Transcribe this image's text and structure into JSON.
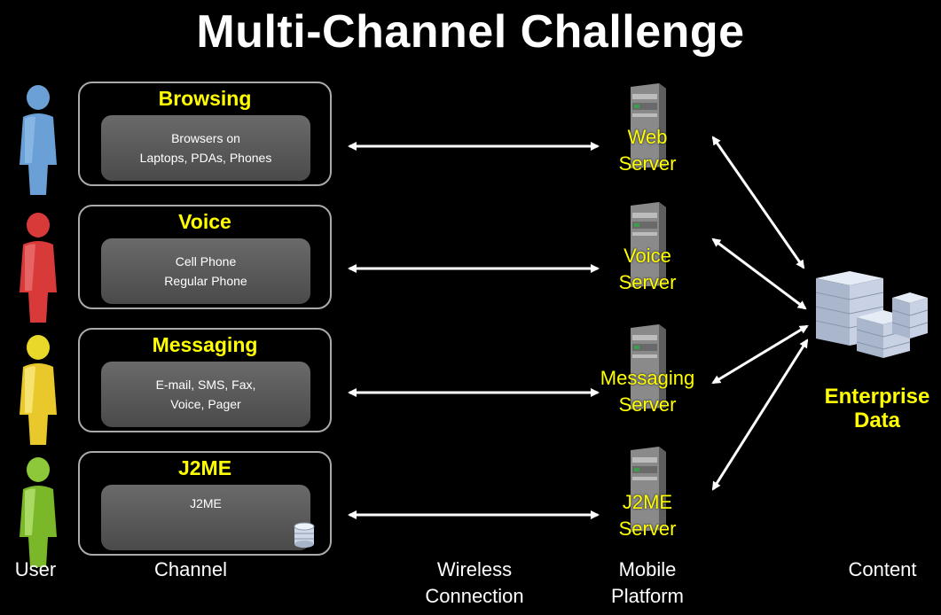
{
  "title": "Multi-Channel Challenge",
  "channels": [
    {
      "name": "Browsing",
      "lines": [
        "Browsers on",
        "Laptops, PDAs, Phones"
      ],
      "person_color": "#6aa0d6"
    },
    {
      "name": "Voice",
      "lines": [
        "Cell Phone",
        "Regular Phone"
      ],
      "person_color": "#d83a3a"
    },
    {
      "name": "Messaging",
      "lines": [
        "E-mail, SMS, Fax,",
        "Voice, Pager"
      ],
      "person_color": "#e8d82a"
    },
    {
      "name": "J2ME",
      "lines": [
        "J2ME"
      ],
      "person_color": "#8cc83a"
    }
  ],
  "servers": [
    {
      "line1": "Web",
      "line2": "Server"
    },
    {
      "line1": "Voice",
      "line2": "Server"
    },
    {
      "line1": "Messaging",
      "line2": "Server"
    },
    {
      "line1": "J2ME",
      "line2": "Server"
    }
  ],
  "content": {
    "line1": "Enterprise",
    "line2": "Data"
  },
  "bottom_labels": {
    "user": "User",
    "channel": "Channel",
    "wireless_1": "Wireless",
    "wireless_2": "Connection",
    "mobile_1": "Mobile",
    "mobile_2": "Platform",
    "content": "Content"
  },
  "colors": {
    "accent": "#ffff00",
    "background": "#000000"
  }
}
